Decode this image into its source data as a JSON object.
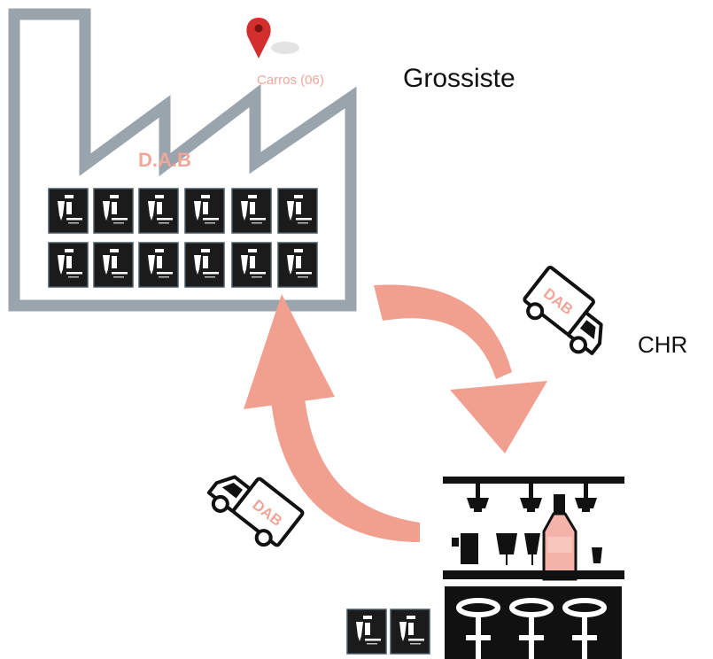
{
  "factory": {
    "location": "Carros (06)",
    "name": "D.A.B"
  },
  "labels": {
    "grossiste": "Grossiste",
    "chr": "CHR"
  },
  "trucks": {
    "top_label": "DAB",
    "bottom_label": "DAB"
  },
  "colors": {
    "factory_outline": "#9aa4ad",
    "accent": "#f0a79a",
    "arrow": "#f1a090",
    "box_dark": "#1b1b1b",
    "ink": "#111111"
  },
  "icons": [
    "location-pin-icon",
    "delivery-truck-icon",
    "bar-counter-icon",
    "wine-bottle-icon",
    "product-box-icon"
  ]
}
